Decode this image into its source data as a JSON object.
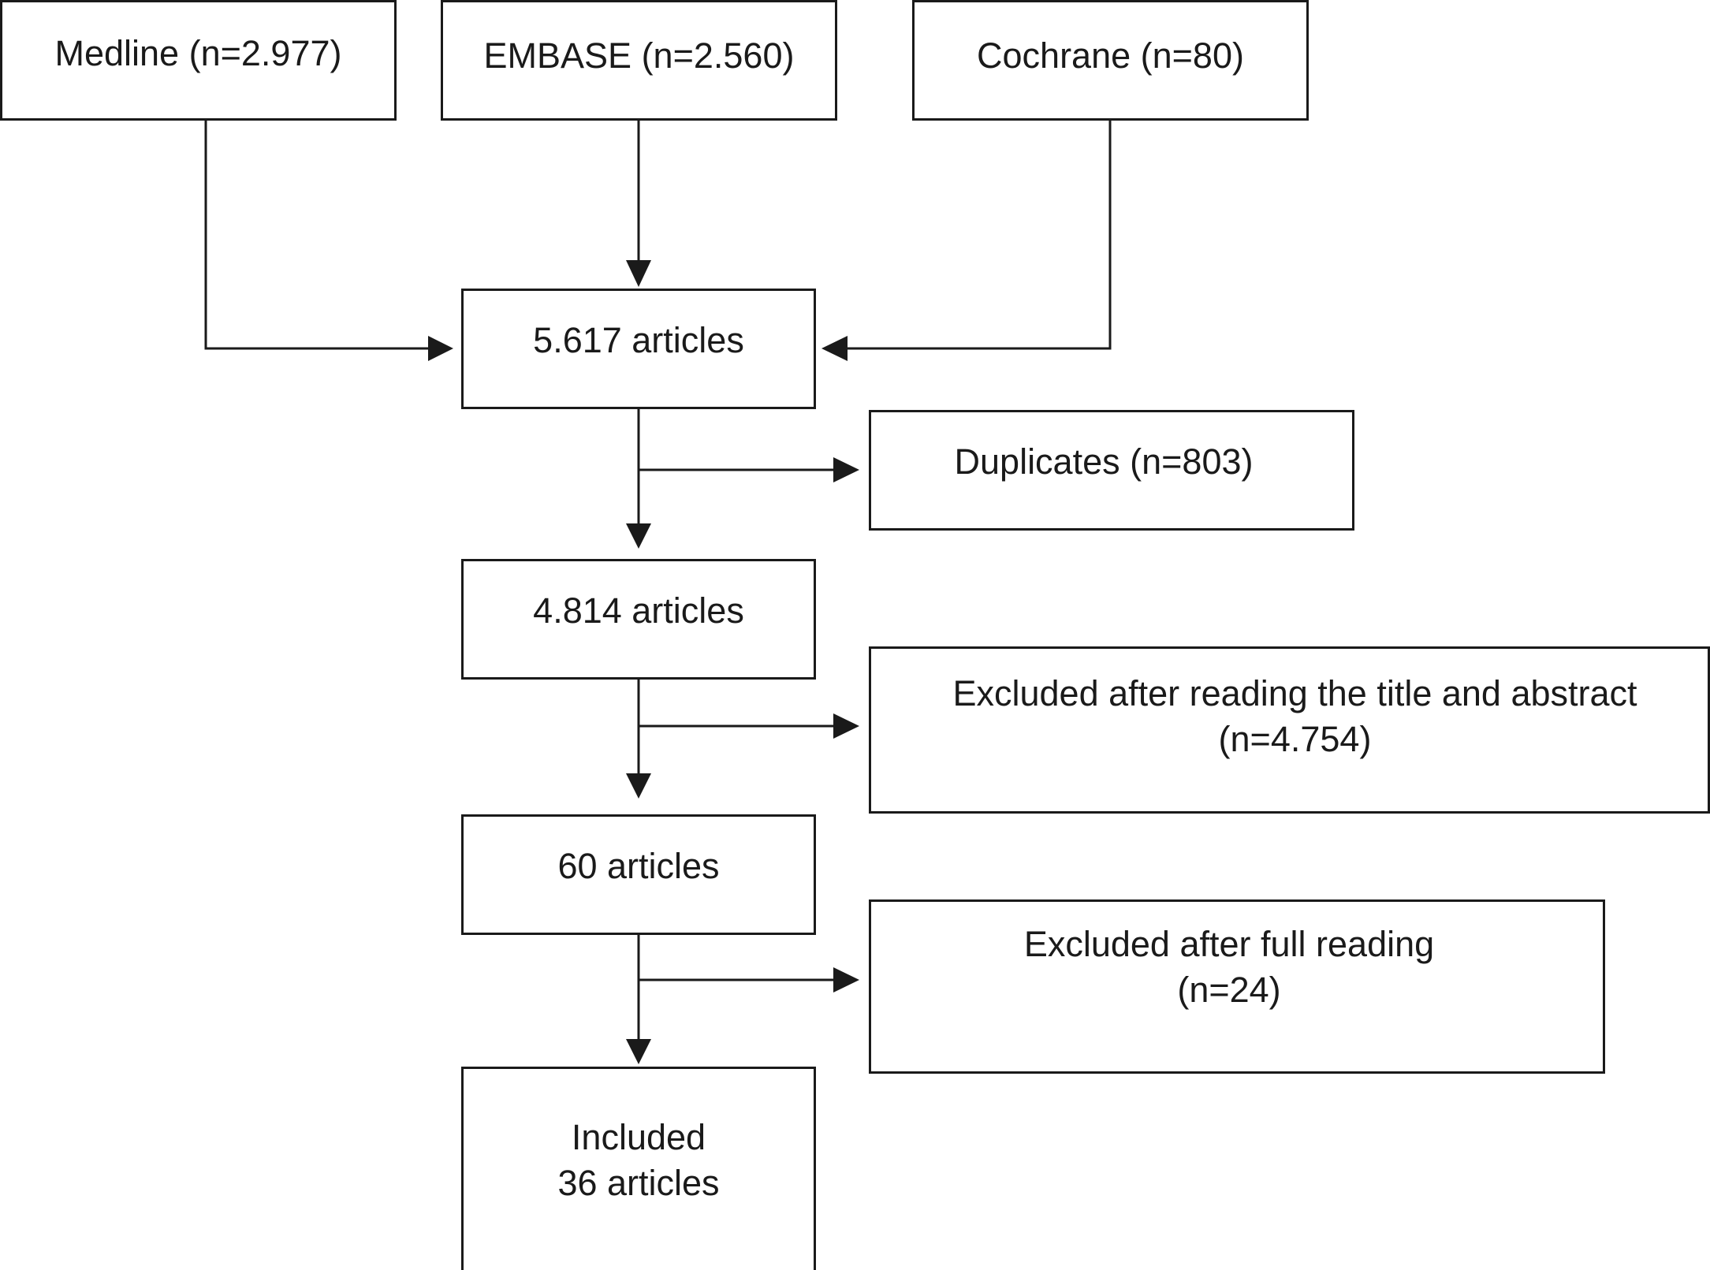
{
  "sources": {
    "medline": "Medline (n=2.977)",
    "embase": "EMBASE (n=2.560)",
    "cochrane": "Cochrane (n=80)"
  },
  "steps": {
    "total": "5.617 articles",
    "after_duplicates": "4.814 articles",
    "after_screening": "60 articles",
    "included_line1": "Included",
    "included_line2": "36 articles"
  },
  "exclusions": {
    "duplicates": "Duplicates (n=803)",
    "title_abstract_line1": "Excluded after reading the title and abstract",
    "title_abstract_line2": "(n=4.754)",
    "full_reading_line1": "Excluded after full reading",
    "full_reading_line2": "(n=24)"
  },
  "colors": {
    "stroke": "#1a1a1a",
    "background": "#ffffff"
  }
}
